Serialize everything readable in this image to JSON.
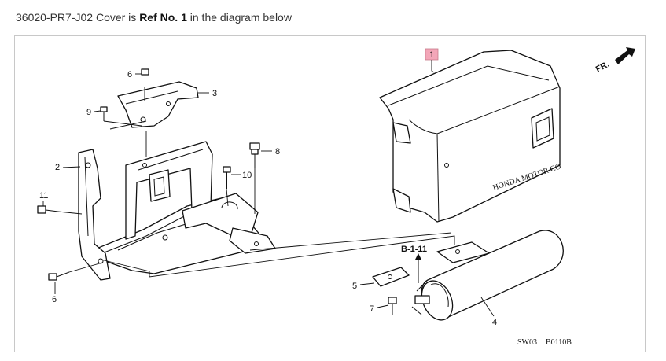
{
  "caption": {
    "part_number": "36020-PR7-J02",
    "middle": " Cover is ",
    "ref": "Ref No. 1",
    "suffix": " in the diagram below"
  },
  "diagram": {
    "callouts": [
      "1",
      "2",
      "3",
      "4",
      "5",
      "6",
      "6",
      "7",
      "8",
      "9",
      "10",
      "11"
    ],
    "front_marker": "FR.",
    "section_ref": "B-1-11",
    "cover_stamp": "HONDA MOTOR CO",
    "drawing_code": "SW03",
    "drawing_id": "B0110B",
    "highlight_color": "#f3a6b8"
  }
}
